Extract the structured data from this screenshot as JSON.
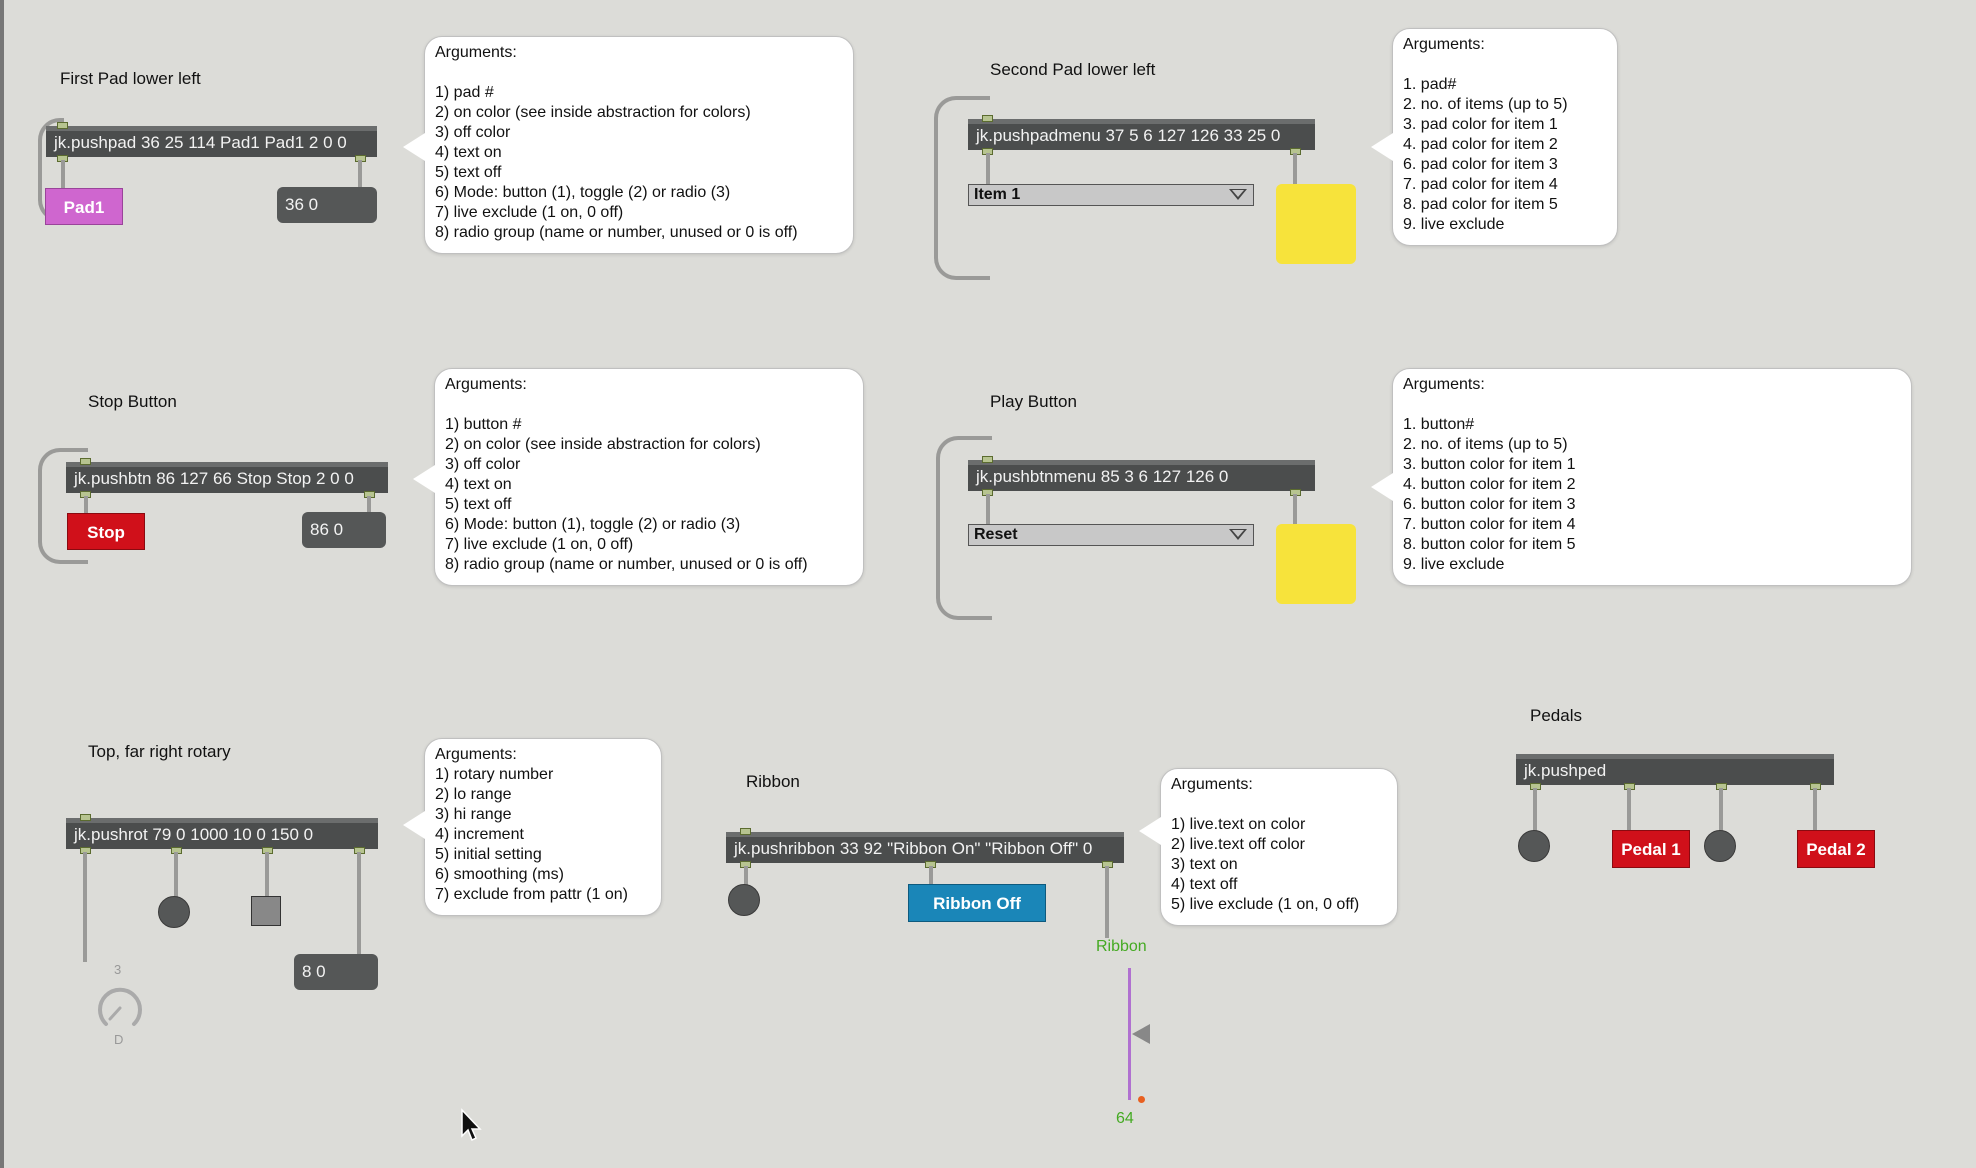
{
  "labels": {
    "first_pad": "First Pad lower left",
    "second_pad": "Second Pad lower left",
    "stop": "Stop Button",
    "play": "Play Button",
    "rotary": "Top, far right rotary",
    "ribbon": "Ribbon",
    "pedals": "Pedals"
  },
  "objects": {
    "pushpad": "jk.pushpad 36 25 114 Pad1 Pad1 2 0 0",
    "pushpadmenu": "jk.pushpadmenu 37 5 6 127 126 33 25 0",
    "pushbtn": "jk.pushbtn 86 127 66 Stop Stop 2 0 0",
    "pushbtnmenu": "jk.pushbtnmenu 85 3 6 127 126 0",
    "pushrot": "jk.pushrot 79 0 1000 10 0 150 0",
    "pushribbon": "jk.pushribbon 33 92 \"Ribbon On\" \"Ribbon Off\" 0",
    "pushped": "jk.pushped"
  },
  "bubbles": {
    "pad": [
      "Arguments:",
      "",
      "1) pad #",
      "2) on color (see inside abstraction for colors)",
      "3) off color",
      "4) text on",
      "5) text off",
      "6) Mode: button (1), toggle (2) or radio (3)",
      "7) live exclude (1 on, 0 off)",
      "8) radio group (name or number, unused or 0 is off)"
    ],
    "padmenu": [
      "Arguments:",
      "",
      "1. pad#",
      "2. no. of items (up to 5)",
      "3. pad color for item 1",
      "4. pad color for item 2",
      "6. pad color for item 3",
      "7. pad color for item 4",
      "8. pad color for item 5",
      "9. live exclude"
    ],
    "btn": [
      "Arguments:",
      "",
      "1) button #",
      "2) on color (see inside abstraction for colors)",
      "3) off color",
      "4) text on",
      "5) text off",
      "6) Mode: button (1), toggle (2) or radio (3)",
      "7) live exclude (1 on, 0 off)",
      "8) radio group (name or number, unused or 0 is off)"
    ],
    "btnmenu": [
      "Arguments:",
      "",
      "1. button#",
      "2. no. of items (up to 5)",
      "3. button color for item 1",
      "4. button color for item 2",
      "6. button color for item 3",
      "7. button color for item 4",
      "8. button color for item 5",
      "9. live exclude"
    ],
    "rot": [
      "Arguments:",
      "1) rotary number",
      "2) lo range",
      "3) hi range",
      "4) increment",
      "5) initial setting",
      "6) smoothing (ms)",
      "7) exclude from pattr (1 on)"
    ],
    "ribbon": [
      "Arguments:",
      "",
      "1) live.text on color",
      "2) live.text off color",
      "3) text on",
      "4) text off",
      "5) live exclude (1 on, 0 off)"
    ]
  },
  "widgets": {
    "pad1_button": "Pad1",
    "pad_number": "36 0",
    "padmenu_item": "Item 1",
    "stop_button": "Stop",
    "btn_number": "86 0",
    "btnmenu_item": "Reset",
    "rot_number": "8 0",
    "dial_top": "3",
    "dial_bottom": "D",
    "ribbon_off": "Ribbon Off",
    "ribbon_slider_label": "Ribbon",
    "ribbon_slider_value": "64",
    "pedal1": "Pedal 1",
    "pedal2": "Pedal 2"
  },
  "colors": {
    "background": "#dcdcd8",
    "object": "#4b4d4d",
    "pad_on": "#cf66cf",
    "stop_red": "#d0101a",
    "menu_yellow": "#f7e33b",
    "ribbon_blue": "#1a86b8",
    "slider_purple": "#b070d0",
    "slider_label_green": "#44aa22"
  }
}
